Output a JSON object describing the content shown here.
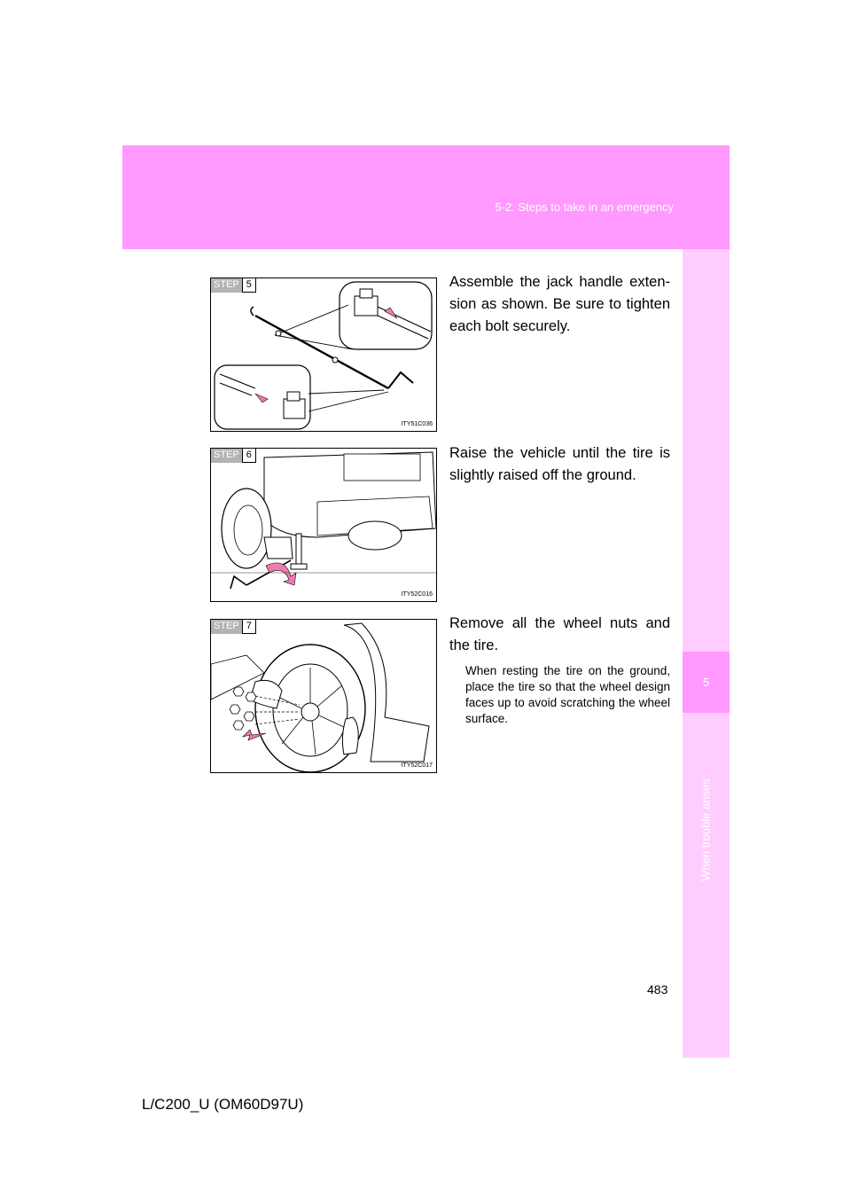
{
  "header": {
    "section_title": "5-2. Steps to take in an emergency",
    "band_color": "#ff99ff"
  },
  "side_tab": {
    "chapter_number": "5",
    "chapter_label": "When trouble arises",
    "tab_color": "#ffccff"
  },
  "steps": [
    {
      "step_label": "STEP",
      "step_number": "5",
      "text": "Assemble the jack handle exten-sion as shown. Be sure to tighten each bolt securely.",
      "figure_code": "ITY51C036"
    },
    {
      "step_label": "STEP",
      "step_number": "6",
      "text": "Raise the vehicle until the tire is slightly raised off the ground.",
      "figure_code": "ITY52C016"
    },
    {
      "step_label": "STEP",
      "step_number": "7",
      "text": "Remove all the wheel nuts and the tire.",
      "note": "When resting the tire on the ground, place the tire so that the wheel design faces up to avoid scratching the wheel surface.",
      "figure_code": "ITY52C017"
    }
  ],
  "page_number": "483",
  "footer": {
    "manual_code": "L/C200_U (OM60D97U)"
  },
  "colors": {
    "arrow_accent": "#f07ab0"
  }
}
